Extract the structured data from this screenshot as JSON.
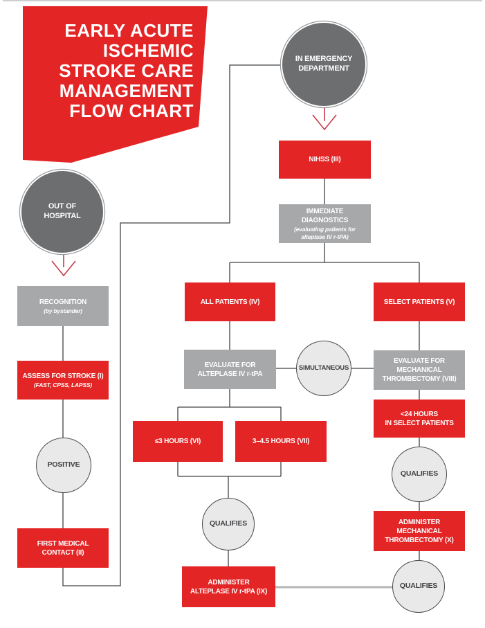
{
  "colors": {
    "red": "#e32526",
    "gray": "#a7a8aa",
    "dark_circle": "#6d6e70",
    "light_circle": "#e9e9ea",
    "line": "#3f4143",
    "arrow": "#c9374b",
    "gray_connector": "#b6b7b9",
    "circle_border": "#47484a",
    "ring": "#97989a",
    "light_text": "#3f4042",
    "page_border": "#cdced0"
  },
  "title": {
    "lines": [
      "EARLY ACUTE",
      "ISCHEMIC",
      "STROKE CARE",
      "MANAGEMENT",
      "FLOW CHART"
    ]
  },
  "nodes": {
    "in_emergency": {
      "lines": [
        "IN EMERGENCY",
        "DEPARTMENT"
      ]
    },
    "out_of_hospital": {
      "lines": [
        "OUT OF",
        "HOSPITAL"
      ]
    },
    "recognition": {
      "lines": [
        "RECOGNITION"
      ],
      "sub": "(by bystander)"
    },
    "assess": {
      "lines": [
        "ASSESS FOR STROKE (I)"
      ],
      "sub": "(FAST, CPSS, LAPSS)"
    },
    "positive": {
      "label": "POSITIVE"
    },
    "first_medical": {
      "lines": [
        "FIRST MEDICAL",
        "CONTACT (II)"
      ]
    },
    "nihss": {
      "lines": [
        "NIHSS (III)"
      ]
    },
    "immediate_diagnostics": {
      "lines": [
        "IMMEDIATE",
        "DIAGNOSTICS"
      ],
      "sub": "(evaluating patients for alteplase IV r-tPA)"
    },
    "all_patients": {
      "lines": [
        "ALL PATIENTS (IV)"
      ]
    },
    "select_patients": {
      "lines": [
        "SELECT PATIENTS (V)"
      ]
    },
    "evaluate_alteplase": {
      "lines": [
        "EVALUATE FOR",
        "ALTEPLASE IV r-tPA"
      ]
    },
    "simultaneous": {
      "label": "SIMULTANEOUS"
    },
    "evaluate_mechanical": {
      "lines": [
        "EVALUATE FOR",
        "MECHANICAL",
        "THROMBECTOMY (VIII)"
      ]
    },
    "under_24_hours": {
      "lines": [
        "<24 HOURS",
        "IN SELECT PATIENTS"
      ]
    },
    "le_3_hours": {
      "lines": [
        "≤3 HOURS (VI)"
      ]
    },
    "hours_3_45": {
      "lines": [
        "3–4.5 HOURS (VII)"
      ]
    },
    "qualifies_left": {
      "label": "QUALIFIES"
    },
    "qualifies_right": {
      "label": "QUALIFIES"
    },
    "qualifies_bottom": {
      "label": "QUALIFIES"
    },
    "administer_alteplase": {
      "lines": [
        "ADMINISTER",
        "ALTEPLASE IV r-tPA (IX)"
      ]
    },
    "administer_mechanical": {
      "lines": [
        "ADMINISTER",
        "MECHANICAL",
        "THROMBECTOMY (X)"
      ]
    }
  }
}
